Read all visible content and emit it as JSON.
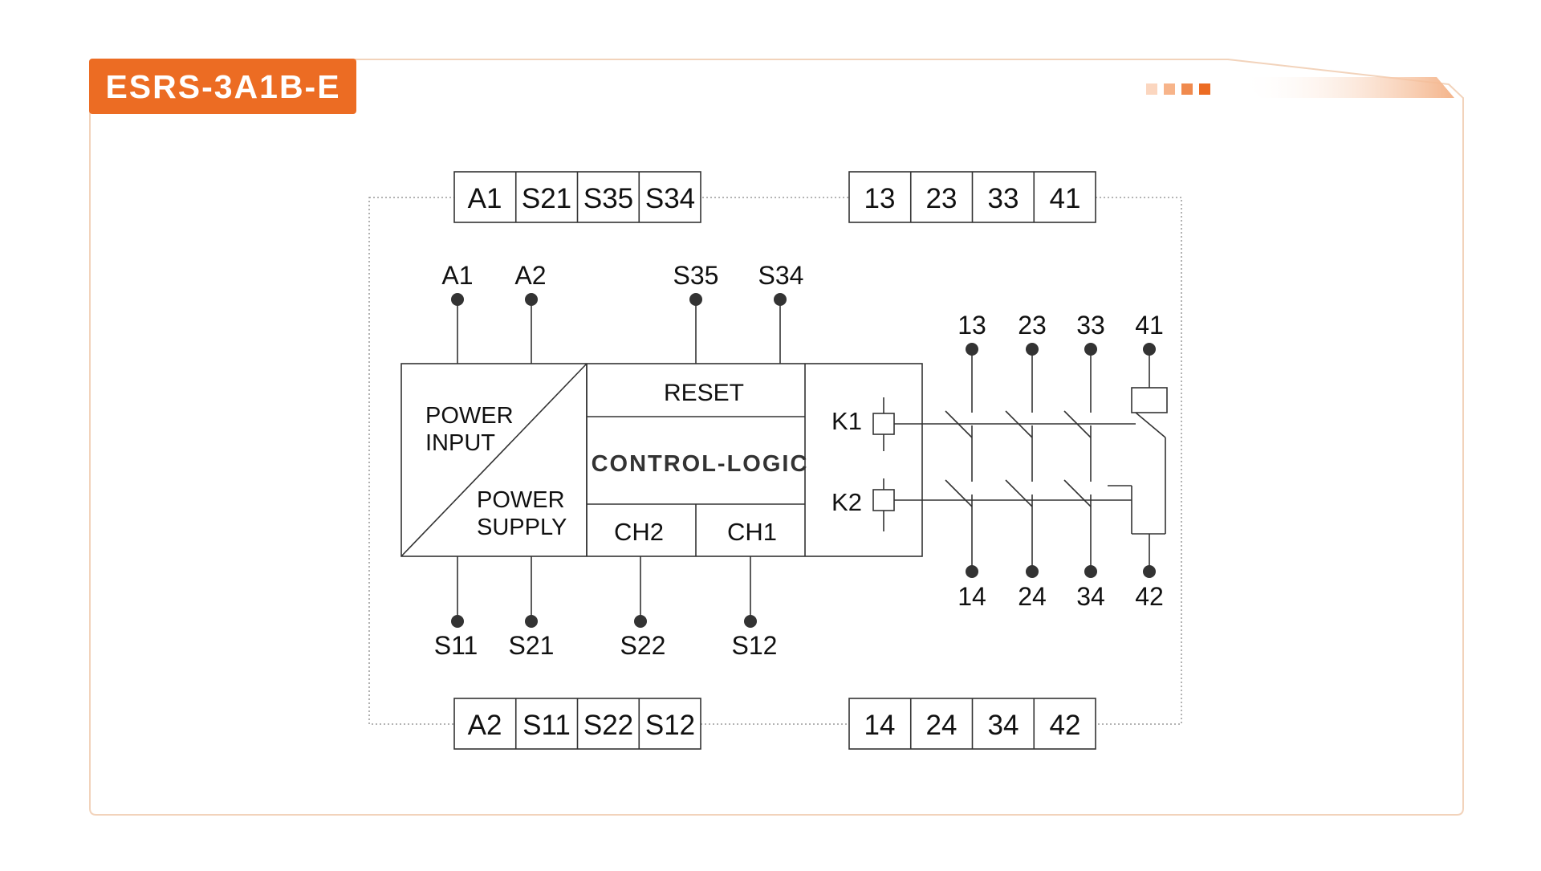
{
  "title": "ESRS-3A1B-E",
  "colors": {
    "accent": "#ec6c23",
    "frame": "#f2d3bb",
    "line": "#3a3a3a",
    "dot": "#333333"
  },
  "terminal_strips": {
    "top_left": [
      "A1",
      "S21",
      "S35",
      "S34"
    ],
    "top_right": [
      "13",
      "23",
      "33",
      "41"
    ],
    "bottom_left": [
      "A2",
      "S11",
      "S22",
      "S12"
    ],
    "bottom_right": [
      "14",
      "24",
      "34",
      "42"
    ]
  },
  "pins_top": [
    "A1",
    "A2",
    "S35",
    "S34"
  ],
  "pins_bottom": [
    "S11",
    "S21",
    "S22",
    "S12"
  ],
  "contacts_top": [
    "13",
    "23",
    "33",
    "41"
  ],
  "contacts_bottom": [
    "14",
    "24",
    "34",
    "42"
  ],
  "blocks": {
    "power_input": [
      "POWER",
      "INPUT"
    ],
    "power_supply": [
      "POWER",
      "SUPPLY"
    ],
    "reset": "RESET",
    "control_logic": "CONTROL-LOGIC",
    "ch2": "CH2",
    "ch1": "CH1"
  },
  "relays": [
    "K1",
    "K2"
  ]
}
